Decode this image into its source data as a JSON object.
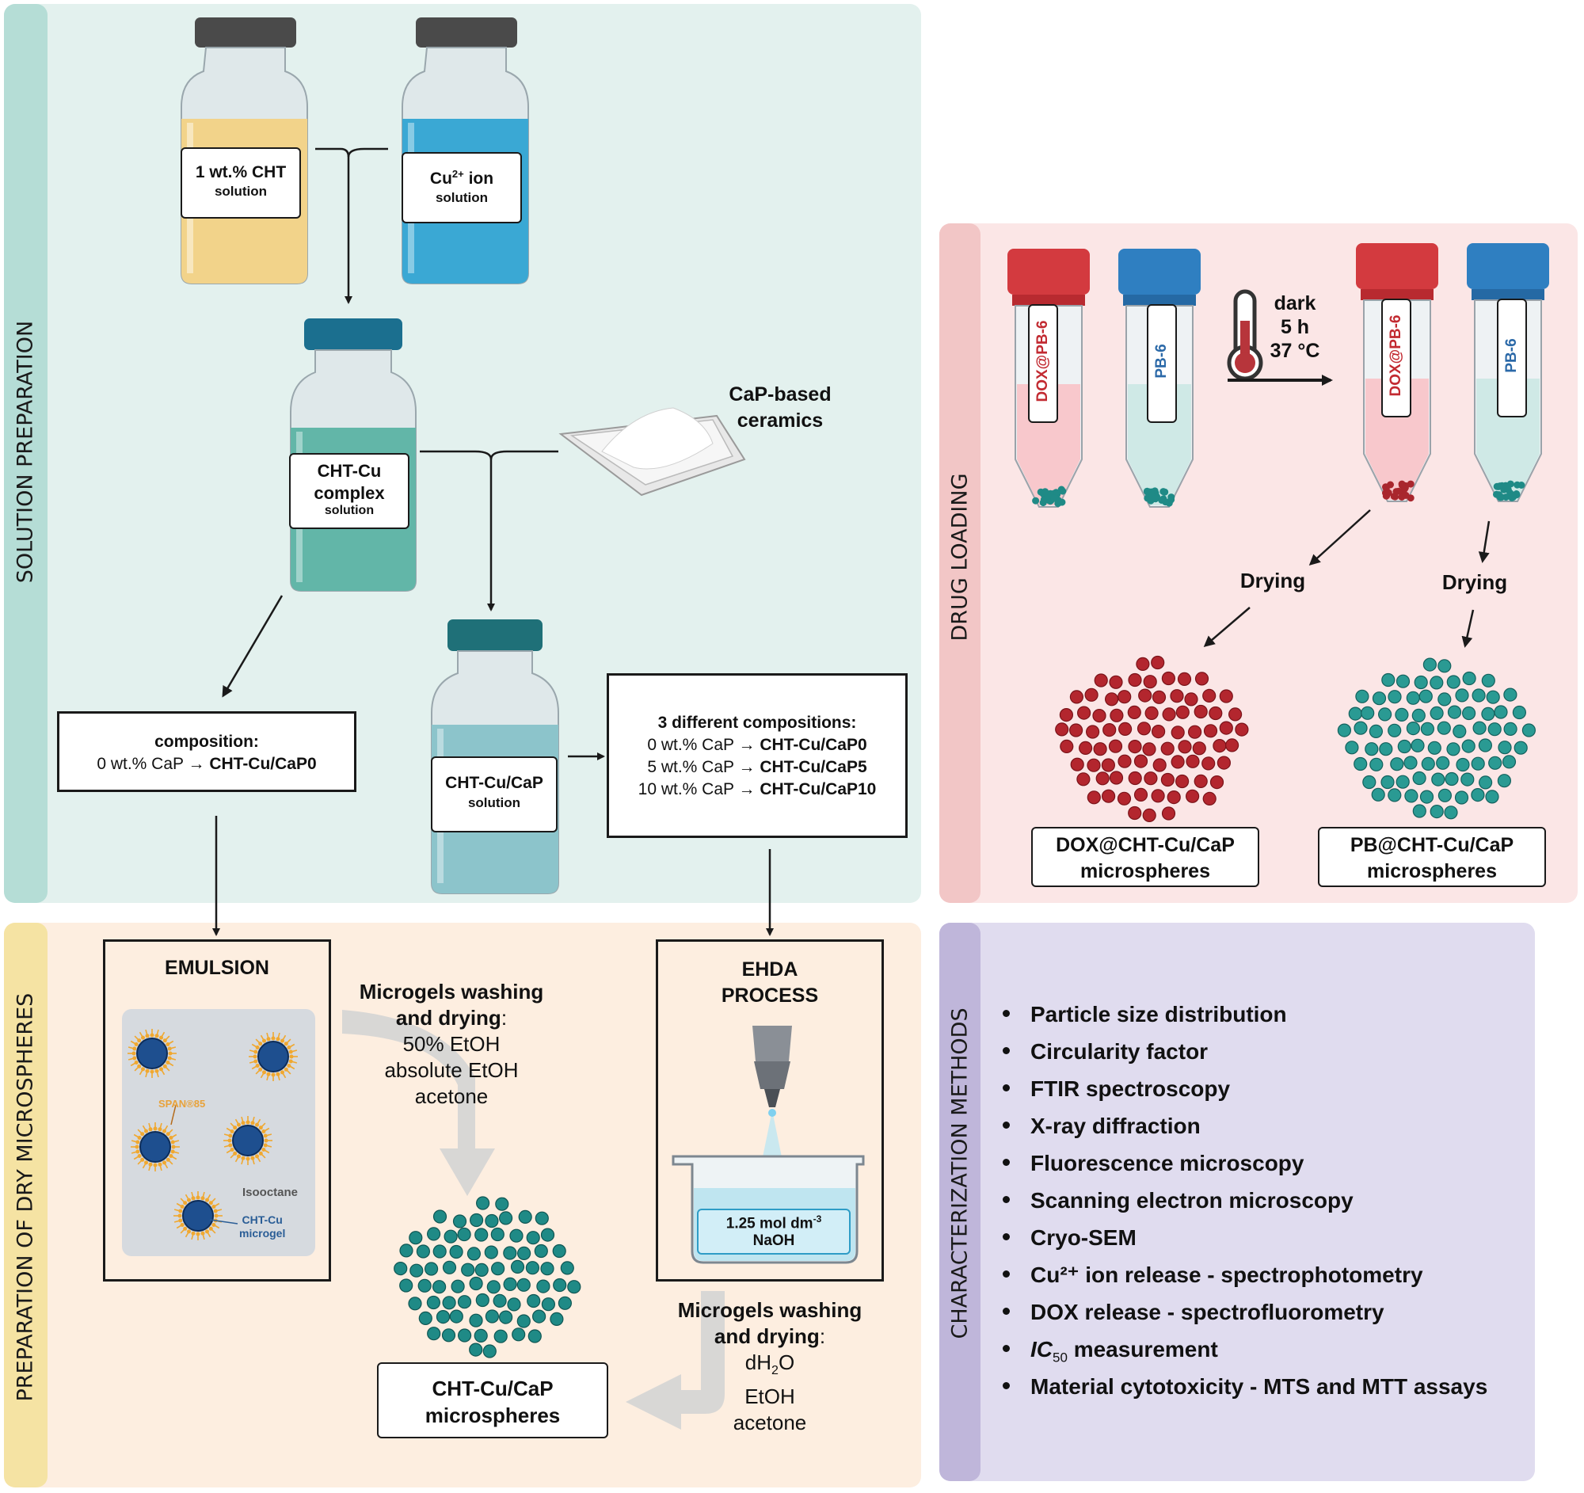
{
  "panels": {
    "solution_preparation": "SOLUTION PREPARATION",
    "dry_microspheres": "PREPARATION OF DRY MICROSPHERES",
    "drug_loading": "DRUG LOADING",
    "characterization": "CHARACTERIZATION METHODS"
  },
  "bottles": {
    "cht": {
      "line1": "1 wt.% CHT",
      "line2": "solution"
    },
    "cu": {
      "line1a": "Cu",
      "line1sup": "2+",
      "line1b": " ion",
      "line2": "solution"
    },
    "complex": {
      "line1": "CHT-Cu",
      "line2": "complex",
      "line3": "solution"
    },
    "chtcap": {
      "line1": "CHT-Cu/CaP",
      "line2": "solution"
    }
  },
  "ceramics": {
    "line1": "CaP-based",
    "line2": "ceramics"
  },
  "composition_box": {
    "title": "composition:",
    "prefix": "0 wt.% CaP → ",
    "bold": "CHT-Cu/CaP0"
  },
  "compositions_box": {
    "title": "3 different compositions:",
    "rows": [
      {
        "prefix": "0 wt.% CaP → ",
        "bold": "CHT-Cu/CaP0"
      },
      {
        "prefix": "5 wt.% CaP → ",
        "bold": "CHT-Cu/CaP5"
      },
      {
        "prefix": "10 wt.% CaP → ",
        "bold": "CHT-Cu/CaP10"
      }
    ]
  },
  "emulsion": {
    "title": "EMULSION",
    "span": "SPAN®85",
    "isooctane": "Isooctane",
    "microgel1": "CHT-Cu",
    "microgel2": "microgel"
  },
  "washing1": {
    "title1": "Microgels washing",
    "title2": "and drying",
    "colon": ":",
    "items": [
      "50% EtOH",
      "absolute EtOH",
      "acetone"
    ]
  },
  "ehda": {
    "title1": "EHDA",
    "title2": "PROCESS",
    "naoh1a": "1.25 mol dm",
    "naoh1sup": "-3",
    "naoh2": "NaOH"
  },
  "washing2": {
    "title1": "Microgels washing",
    "title2": "and drying",
    "colon": ":",
    "item1a": "dH",
    "item1sub": "2",
    "item1b": "O",
    "item2": "EtOH",
    "item3": "acetone"
  },
  "product": {
    "line1": "CHT-Cu/CaP",
    "line2": "microspheres"
  },
  "drug": {
    "tube1": "DOX@PB-6",
    "tube2": "PB-6",
    "conditions": [
      "dark",
      "5 h",
      "37 °C"
    ],
    "drying1": "Drying",
    "drying2": "Drying",
    "dox_label": {
      "line1": "DOX@CHT-Cu/CaP",
      "line2": "microspheres"
    },
    "pb_label": {
      "line1": "PB@CHT-Cu/CaP",
      "line2": "microspheres"
    }
  },
  "methods": [
    "Particle size distribution",
    "Circularity factor",
    "FTIR spectroscopy",
    "X-ray diffraction",
    "Fluorescence microscopy",
    "Scanning electron microscopy",
    "Cryo-SEM",
    "Cu²⁺ ion release - spectrophotometry",
    "DOX release - spectrofluorometry",
    "IC50 measurement",
    "Material cytotoxicity - MTS and MTT assays"
  ],
  "ic50": {
    "italic": "IC",
    "sub": "50",
    "rest": " measurement"
  },
  "colors": {
    "solution_bg": "#e3f1ee",
    "solution_tab": "#b5ddd6",
    "dry_bg": "#fdeee0",
    "dry_tab": "#f5e3a3",
    "drug_bg": "#fbe6e6",
    "drug_tab": "#f2c6c6",
    "char_bg": "#e0dcef",
    "char_tab": "#bfb6da",
    "teal": "#1f8a86",
    "red": "#b3262e"
  }
}
